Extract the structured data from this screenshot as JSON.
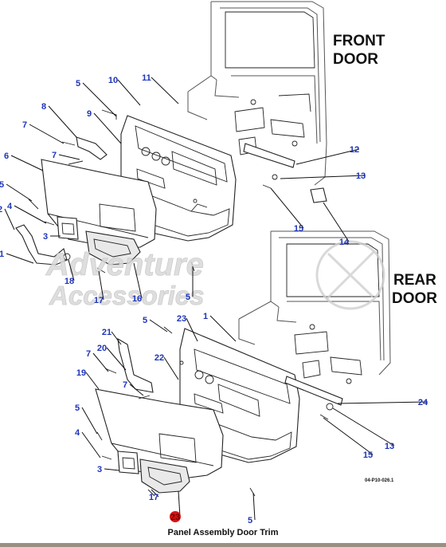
{
  "labels": {
    "front_door": [
      "FRONT",
      "DOOR"
    ],
    "rear_door": [
      "REAR",
      "DOOR"
    ],
    "caption": "Panel Assembly Door Trim",
    "ref_code": "04-P10-026.1",
    "watermark": [
      "Adventure",
      "Accessories"
    ]
  },
  "callouts": {
    "front": [
      "5",
      "10",
      "11",
      "8",
      "9",
      "7",
      "7",
      "6",
      "5",
      "4",
      "2",
      "3",
      "1",
      "18",
      "17",
      "16",
      "5",
      "12",
      "13",
      "15",
      "14"
    ],
    "rear": [
      "5",
      "23",
      "1",
      "21",
      "20",
      "7",
      "22",
      "7",
      "19",
      "5",
      "4",
      "3",
      "17",
      "23",
      "5",
      "24",
      "13",
      "15"
    ]
  },
  "colors": {
    "callout": "#1f35b8",
    "highlight": "#d41414",
    "line": "#222222",
    "watermark": "#d9d9d9"
  }
}
